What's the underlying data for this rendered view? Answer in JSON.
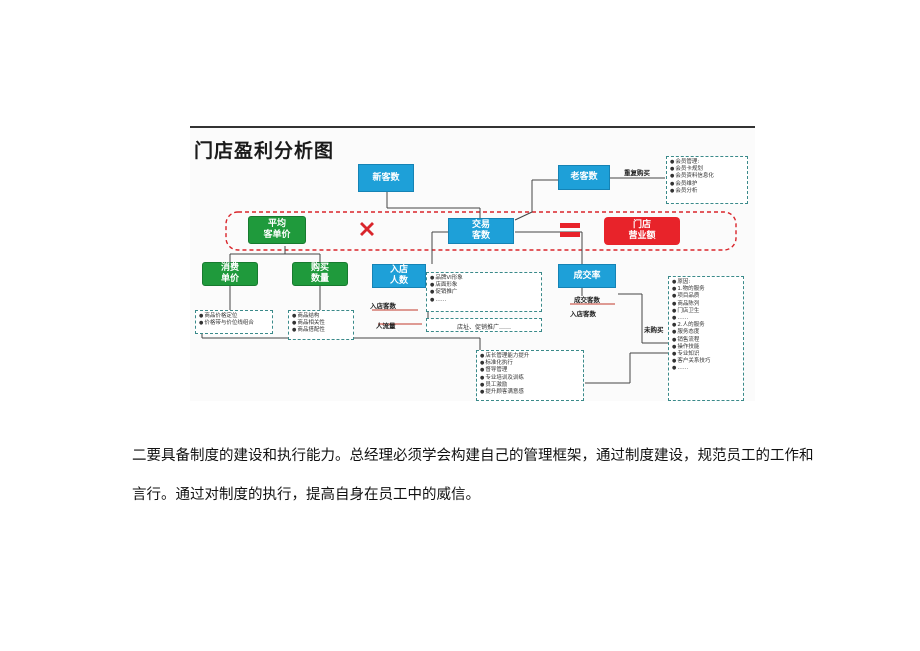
{
  "figure": {
    "title": "门店盈利分析图",
    "nodes": {
      "new_customers": "新客数",
      "old_customers": "老客数",
      "avg_price_line1": "平均",
      "avg_price_line2": "客单价",
      "traffic_line1": "交易",
      "traffic_line2": "客数",
      "revenue_line1": "门店",
      "revenue_line2": "营业额",
      "consume_line1": "消费",
      "consume_line2": "单价",
      "purchase_line1": "购买",
      "purchase_line2": "数量",
      "enter_line1": "入店",
      "enter_line2": "人数",
      "conversion": "成交率"
    },
    "labels": {
      "repeat_purchase": "重复购买",
      "enter_count": "入店客数",
      "foot_traffic": "人流量",
      "deal_count": "成交客数",
      "enter_count2": "入店客数",
      "not_purchased": "未购买",
      "store_note": "店址、促销推广……"
    },
    "panels": {
      "member_mgmt": [
        "会员管理:",
        "会员卡规划",
        "会员资料信息化",
        "会员维护",
        "会员分析"
      ],
      "consume_price": [
        "商品价格定位",
        "价格带与价位线组合"
      ],
      "purchase_qty": [
        "商品结构",
        "商品相关性",
        "商品搭配性"
      ],
      "enter_count": [
        "品牌VI形象",
        "店面形象",
        "促销推广",
        "……"
      ],
      "reasons": [
        "原因:",
        "1.物的服务",
        "项目品质",
        "商品陈列",
        "门店卫生",
        "……",
        "2.人的服务",
        "服务态度",
        "销售流程",
        "操作技能",
        "专业知识",
        "客户关系技巧",
        "……"
      ],
      "staff": [
        "店长管理能力提升",
        "标准化执行",
        "督导管理",
        "专业培训及训练",
        "员工激励",
        "提升顾客满意感"
      ]
    }
  },
  "paragraph": {
    "line1": "二要具备制度的建设和执行能力。总经理必须学会构建自己的管理框架，通过制度建设，规范员工的工作和",
    "line2": "言行。通过对制度的执行，提高自身在员工中的威信。"
  }
}
